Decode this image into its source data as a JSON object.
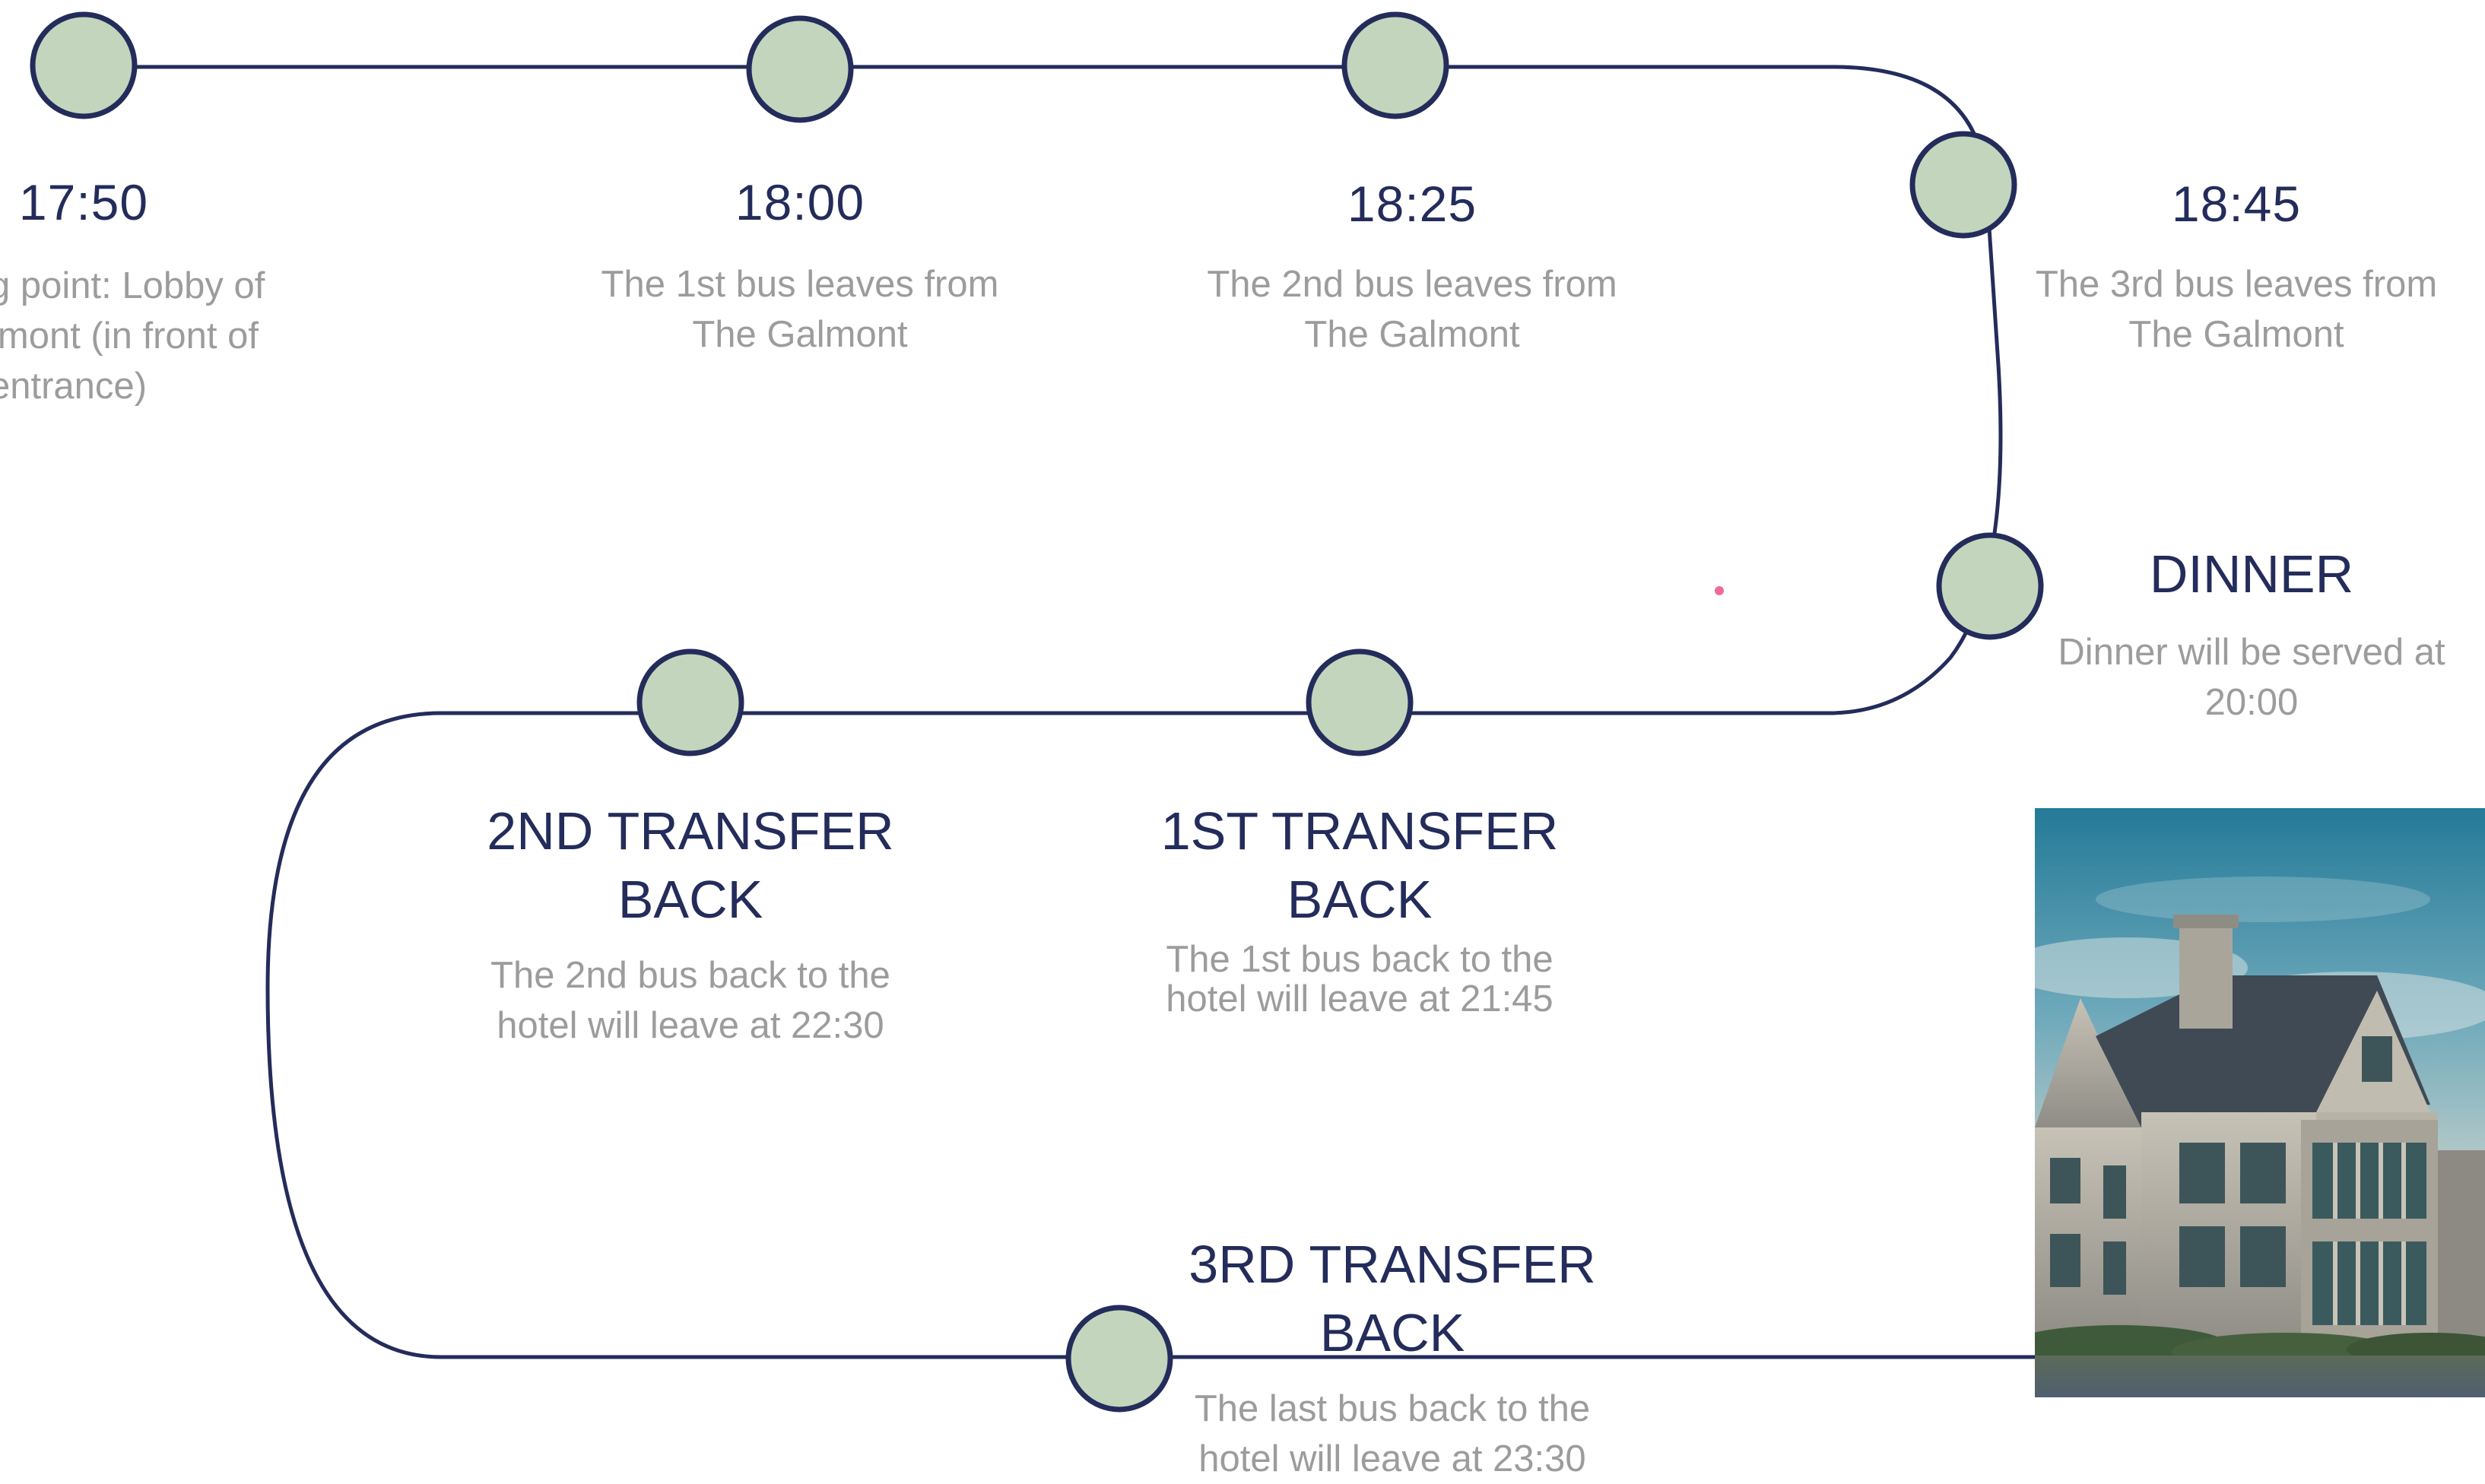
{
  "colors": {
    "path": "#232c5a",
    "node_fill": "#c3d6bd",
    "heading": "#232c5a",
    "body_text": "#9c9c9c",
    "accent_dot": "#f06b94"
  },
  "timeline": {
    "steps": [
      {
        "id": "1750",
        "heading": "17:50",
        "description_lines": [
          "g point: Lobby of",
          "lmont (in front of",
          "entrance)"
        ]
      },
      {
        "id": "1800",
        "heading": "18:00",
        "description_lines": [
          "The 1st bus leaves from",
          "The Galmont"
        ]
      },
      {
        "id": "1825",
        "heading": "18:25",
        "description_lines": [
          "The 2nd bus leaves from",
          "The Galmont"
        ]
      },
      {
        "id": "1845",
        "heading": "18:45",
        "description_lines": [
          "The 3rd bus leaves from",
          "The Galmont"
        ]
      },
      {
        "id": "dinner",
        "heading": "DINNER",
        "description_lines": [
          "Dinner will be served at",
          "20:00"
        ]
      },
      {
        "id": "transfer1",
        "heading_lines": [
          "1ST TRANSFER",
          "BACK"
        ],
        "description_lines": [
          "The 1st bus back to the",
          "hotel will leave at 21:45"
        ]
      },
      {
        "id": "transfer2",
        "heading_lines": [
          "2ND TRANSFER",
          "BACK"
        ],
        "description_lines": [
          "The 2nd bus back to the",
          "hotel will leave at 22:30"
        ]
      },
      {
        "id": "transfer3",
        "heading_lines": [
          "3RD TRANSFER",
          "BACK"
        ],
        "description_lines": [
          "The last bus back to the",
          "hotel will leave at 23:30"
        ]
      }
    ]
  },
  "photo": {
    "subject": "stone manor house under blue sky"
  }
}
